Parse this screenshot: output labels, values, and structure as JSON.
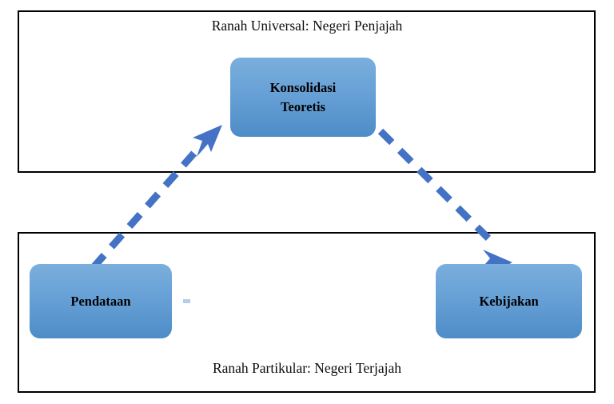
{
  "diagram": {
    "title_visible": false,
    "background_color": "#ffffff",
    "frame_border_color": "#000000",
    "node_fill_top": "#7BAEDD",
    "node_fill_bottom": "#4E8CC8",
    "arrow_color": "#4472C4",
    "text_color": "#0d0d0d",
    "frames": [
      {
        "id": "universal",
        "label": "Ranah Universal: Negeri Penjajah",
        "label_position": "top-center"
      },
      {
        "id": "partikular",
        "label": "Ranah Partikular: Negeri Terjajah",
        "label_position": "bottom-center"
      }
    ],
    "nodes": [
      {
        "id": "konsolidasi",
        "label": "Konsolidasi\nTeoretis",
        "frame": "universal"
      },
      {
        "id": "pendataan",
        "label": "Pendataan",
        "frame": "partikular"
      },
      {
        "id": "kebijakan",
        "label": "Kebijakan",
        "frame": "partikular"
      }
    ],
    "connectors": [
      {
        "id": "pendataan-to-konsolidasi",
        "from": "pendataan",
        "to": "konsolidasi",
        "style": "dashed",
        "arrowhead": "end",
        "direction": "up-right"
      },
      {
        "id": "konsolidasi-to-kebijakan",
        "from": "konsolidasi",
        "to": "kebijakan",
        "style": "dashed",
        "arrowhead": "end",
        "direction": "down-right"
      }
    ]
  }
}
